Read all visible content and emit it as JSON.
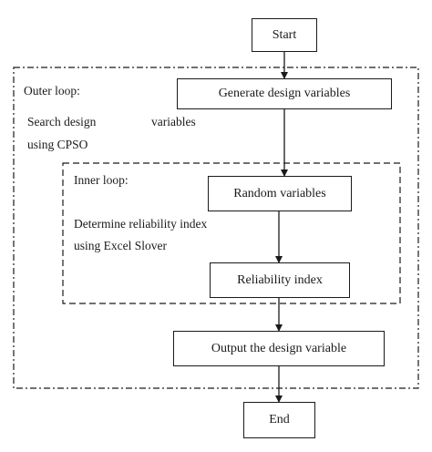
{
  "diagram": {
    "nodes": {
      "start": "Start",
      "generate": "Generate design variables",
      "random": "Random variables",
      "reliability": "Reliability index",
      "output": "Output the design variable",
      "end": "End"
    },
    "outer_loop": {
      "title": "Outer loop:",
      "desc_line1_a": "Search design",
      "desc_line1_b": "variables",
      "desc_line2": "using CPSO"
    },
    "inner_loop": {
      "title": "Inner loop:",
      "desc_line1": "Determine reliability index",
      "desc_line2": "using Excel Slover"
    },
    "colors": {
      "stroke": "#1a1a1a",
      "background": "#ffffff"
    }
  }
}
